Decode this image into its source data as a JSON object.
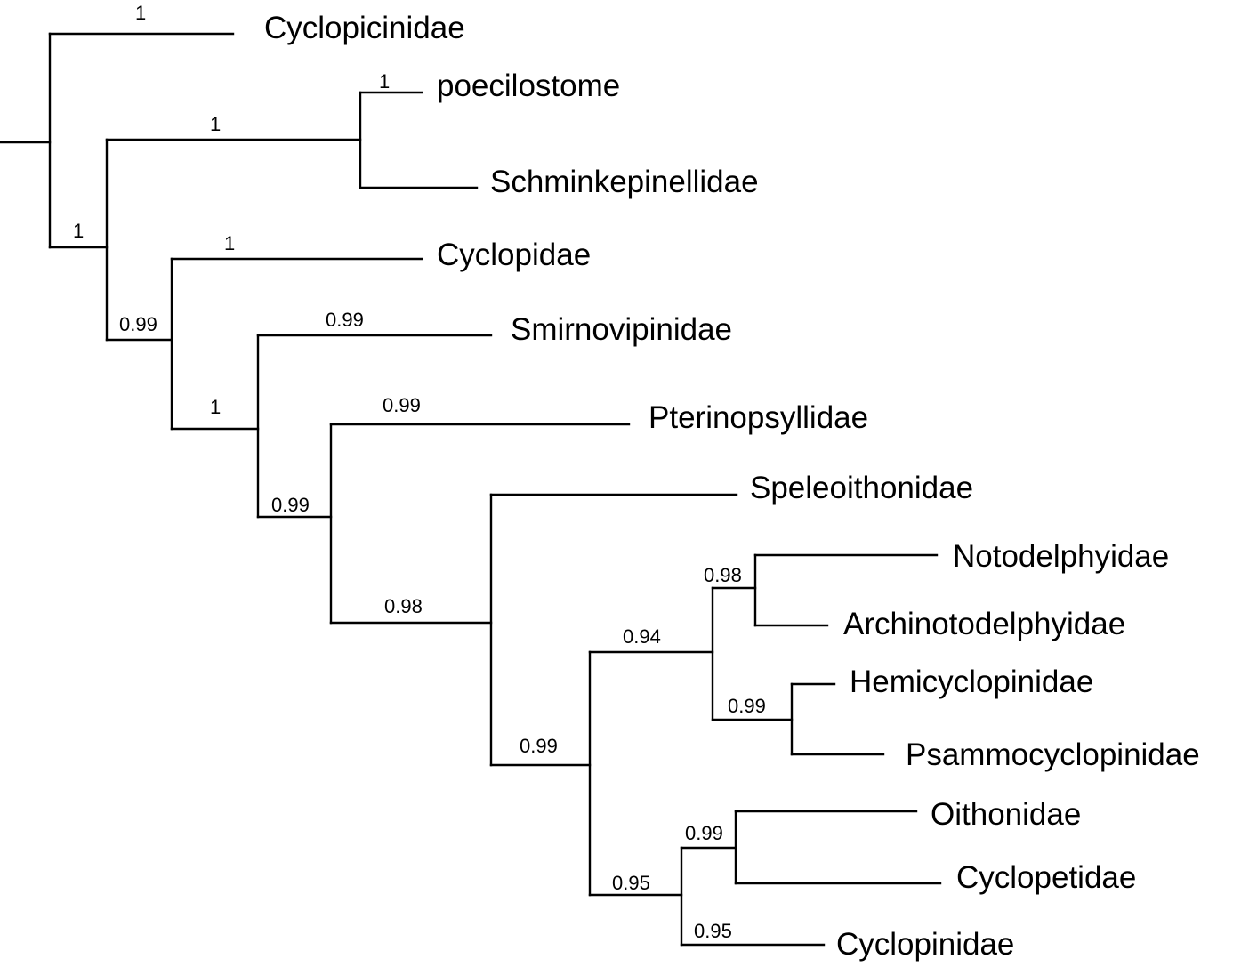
{
  "tree": {
    "taxa": [
      {
        "id": "cyclopicinidae",
        "label": "Cyclopicinidae"
      },
      {
        "id": "poecilostome",
        "label": "poecilostome"
      },
      {
        "id": "schminkepinellidae",
        "label": "Schminkepinellidae"
      },
      {
        "id": "cyclopidae",
        "label": "Cyclopidae"
      },
      {
        "id": "smirnovipinidae",
        "label": "Smirnovipinidae"
      },
      {
        "id": "pterinopsyllidae",
        "label": "Pterinopsyllidae"
      },
      {
        "id": "speleoithonidae",
        "label": "Speleoithonidae"
      },
      {
        "id": "notodelphyidae",
        "label": "Notodelphyidae"
      },
      {
        "id": "archinotodelphyidae",
        "label": "Archinotodelphyidae"
      },
      {
        "id": "hemicyclopinidae",
        "label": "Hemicyclopinidae"
      },
      {
        "id": "psammocyclopinidae",
        "label": "Psammocyclopinidae"
      },
      {
        "id": "oithonidae",
        "label": "Oithonidae"
      },
      {
        "id": "cyclopetidae",
        "label": "Cyclopetidae"
      },
      {
        "id": "cyclopinidae",
        "label": "Cyclopinidae"
      }
    ],
    "support_values": [
      {
        "branch": "cyclopicinidae",
        "value": "1"
      },
      {
        "branch": "poecilostome",
        "value": "1"
      },
      {
        "branch": "poecilostome-schminkepinellidae",
        "value": "1"
      },
      {
        "branch": "ingroup-clade",
        "value": "1"
      },
      {
        "branch": "cyclopidae",
        "value": "1"
      },
      {
        "branch": "cyclopidae-rest",
        "value": "0.99"
      },
      {
        "branch": "smirnovipinidae",
        "value": "0.99"
      },
      {
        "branch": "smirnovipinidae-rest",
        "value": "1"
      },
      {
        "branch": "pterinopsyllidae",
        "value": "0.99"
      },
      {
        "branch": "pterinopsyllidae-rest",
        "value": "0.99"
      },
      {
        "branch": "speleoithonidae-rest",
        "value": "0.98"
      },
      {
        "branch": "notodelphyidae-archinotodelphyidae",
        "value": "0.98"
      },
      {
        "branch": "notodelphyid-hemicyclopinid-clade",
        "value": "0.94"
      },
      {
        "branch": "hemicyclopinidae-psammocyclopinidae",
        "value": "0.99"
      },
      {
        "branch": "speleoithonidae-sister-clade",
        "value": "0.99"
      },
      {
        "branch": "oithonidae-cyclopetidae",
        "value": "0.99"
      },
      {
        "branch": "oithonid-cyclopinid-clade",
        "value": "0.95"
      },
      {
        "branch": "cyclopinidae",
        "value": "0.95"
      }
    ]
  }
}
